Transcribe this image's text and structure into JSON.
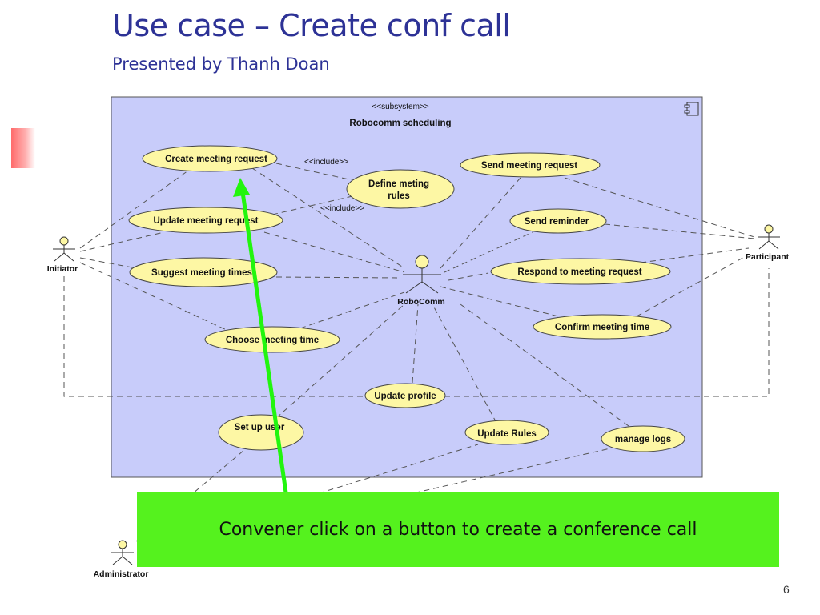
{
  "slide": {
    "title": "Use case – Create conf call",
    "subtitle": "Presented by Thanh Doan",
    "number": "6"
  },
  "diagram": {
    "stereotype": "<<subsystem>>",
    "subsystem_name": "Robocomm scheduling",
    "include_label": "<<include>>",
    "actors": {
      "initiator": "Initiator",
      "participant": "Participant",
      "robocomm": "RoboComm",
      "administrator": "Administrator"
    },
    "use_cases": {
      "create_meeting_request": "Create meeting request",
      "define_meeting_rules_1": "Define meting",
      "define_meeting_rules_2": "rules",
      "send_meeting_request": "Send meeting request",
      "update_meeting_request": "Update meeting request",
      "send_reminder": "Send reminder",
      "suggest_meeting_times": "Suggest meeting times",
      "respond_to_meeting_request": "Respond to meeting request",
      "choose_meeting_time": "Choose meeting time",
      "confirm_meeting_time": "Confirm meeting time",
      "update_profile": "Update profile",
      "set_up_user": "Set up user",
      "update_rules": "Update Rules",
      "manage_logs": "manage logs"
    },
    "colors": {
      "subsystem_fill": "#c8ccfa",
      "use_case_fill": "#fdf7a4",
      "arrow": "#22f50e",
      "callout": "#55f21e"
    }
  },
  "callout": {
    "text": "Convener click on a button to create a conference call"
  }
}
